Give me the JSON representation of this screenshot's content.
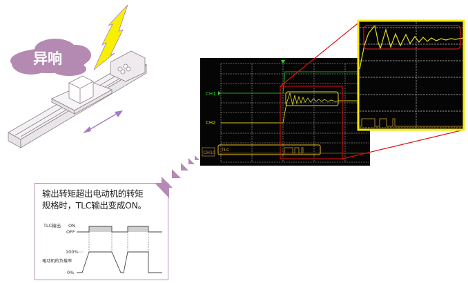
{
  "illustration": {
    "noise_label": "异响"
  },
  "note": {
    "line1": "输出转矩超出电动机的转矩",
    "line2": "规格时，TLC输出变成ON。",
    "timing": {
      "tlc_label": "TLC输出",
      "on_label": "ON",
      "off_label": "OFF",
      "load_label": "电动机的负载率",
      "max_label": "100%",
      "min_label": "0%"
    }
  },
  "scope": {
    "ch1_label": "CH1",
    "ch2_label": "CH2",
    "ch10_label": "CH10",
    "tlc_label": "TLC"
  },
  "colors": {
    "accent_purple": "#b48bb4",
    "ch1": "#1fa81f",
    "ch2": "#d6d21a",
    "tlc": "#a8822a",
    "highlight_red": "#e01010",
    "highlight_yellow": "#f5e800"
  }
}
